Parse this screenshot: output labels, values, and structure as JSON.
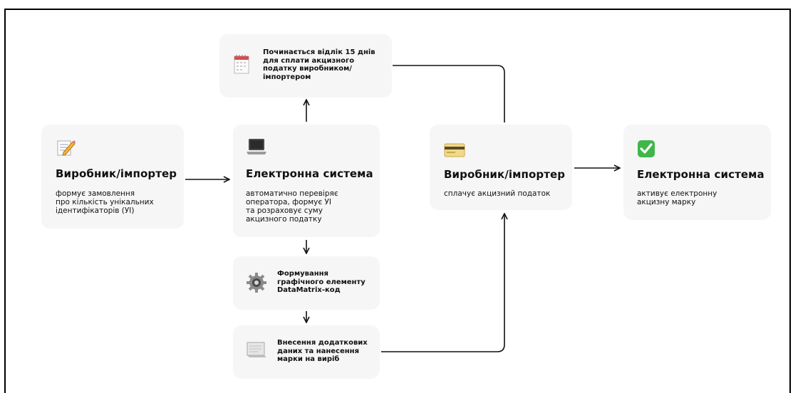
{
  "cards": {
    "producer_order": {
      "title": "Виробник/імпортер",
      "description": "формує замовлення\nпро кількість унікальних\nідентифікаторів (УІ)",
      "icon": "memo-pencil-icon"
    },
    "system_check": {
      "title": "Електронна система",
      "description": "автоматично перевіряє\nоператора, формує УІ\nта розраховує суму\nакцизного податку",
      "icon": "laptop-icon"
    },
    "countdown": {
      "description": "Починається відлік 15 днів\nдля сплати акцизного\nподатку виробником/\nімпортером",
      "icon": "calendar-icon"
    },
    "datamatrix": {
      "description": "Формування\nграфічного елементу\nDataMatrix-код",
      "icon": "gear-icon"
    },
    "marking": {
      "description": "Внесення додаткових\nданих та нанесення\nмарки на виріб",
      "icon": "document-icon"
    },
    "producer_pay": {
      "title": "Виробник/імпортер",
      "description": "сплачує акцизний податок",
      "icon": "credit-card-icon"
    },
    "system_activate": {
      "title": "Електронна система",
      "description": "активує електронну\nакцизну марку",
      "icon": "check-mark-button-icon"
    }
  },
  "colors": {
    "card_bg": "#f6f6f6",
    "arrow": "#111111",
    "check_green": "#3fb64a"
  }
}
